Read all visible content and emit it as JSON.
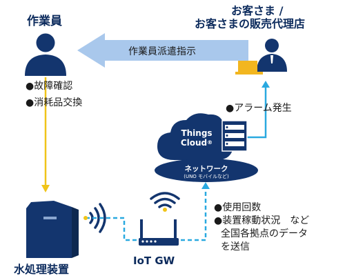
{
  "worker": {
    "title": "作業員",
    "tasks": [
      "●故障確認",
      "●消耗品交換"
    ]
  },
  "customer": {
    "title_line1": "お客さま /",
    "title_line2": "お客さまの販売代理店"
  },
  "dispatch_arrow": {
    "label": "作業員派遣指示"
  },
  "alarm": {
    "label": "●アラーム発生"
  },
  "cloud": {
    "line1": "Things",
    "line2": "Cloud",
    "mark": "®"
  },
  "network": {
    "label": "ネットワーク",
    "sublabel": "(UNO モバイルなど)"
  },
  "data_items": {
    "line1": "●使用回数",
    "line2": "●装置稼動状況　など",
    "line3": "全国各拠点のデータ",
    "line4": "を送信"
  },
  "device": {
    "label": "水処理装置"
  },
  "gateway": {
    "label": "IoT GW"
  },
  "colors": {
    "navy": "#13356e",
    "arrow_blue": "#a9c8ec",
    "yellow": "#f0c419",
    "cyan": "#29a9e0",
    "laptop": "#f2b61f"
  }
}
